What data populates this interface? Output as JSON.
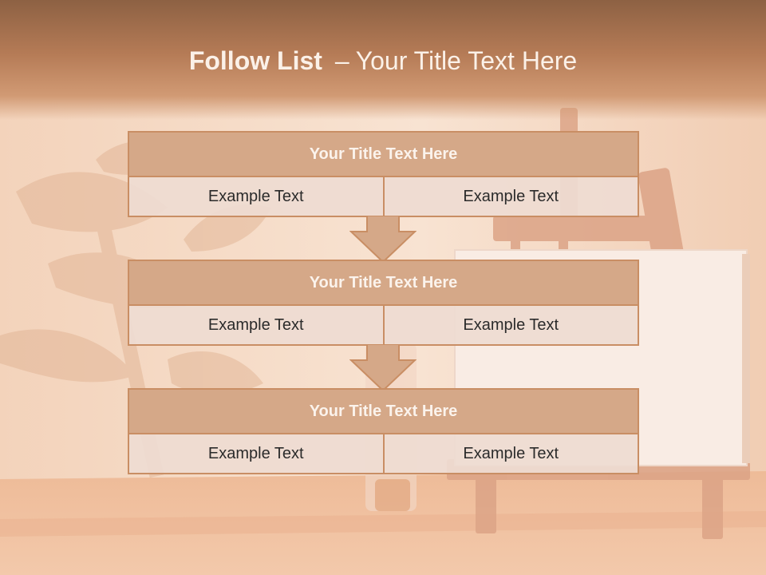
{
  "slide": {
    "title_main": "Follow List",
    "title_separator": "–",
    "title_rest": "Your Title Text Here"
  },
  "steps": [
    {
      "title": "Your Title Text Here",
      "left": "Example Text",
      "right": "Example Text"
    },
    {
      "title": "Your Title Text Here",
      "left": "Example Text",
      "right": "Example Text"
    },
    {
      "title": "Your Title Text Here",
      "left": "Example Text",
      "right": "Example Text"
    }
  ],
  "colors": {
    "header": "#b57b56",
    "box_border": "#c98e64",
    "box_title_fill": "#d5a888",
    "box_body_fill": "#eedcd2",
    "arrow_fill": "#d5a888"
  },
  "background_image": "easel-with-blank-canvas-and-plant-shadow"
}
